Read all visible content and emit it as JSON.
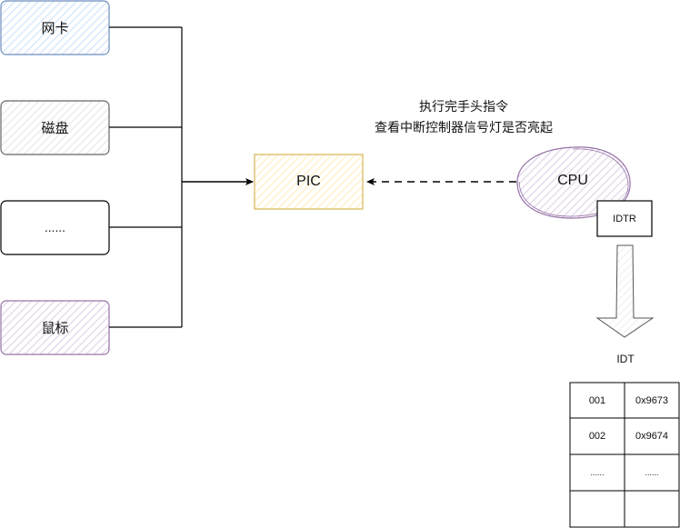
{
  "colors": {
    "nic_stroke": "#6c8ebf",
    "nic_fill": "#dae8fc",
    "disk_stroke": "#666666",
    "disk_fill": "#f5f5f5",
    "other_stroke": "#000000",
    "other_fill": "#ffffff",
    "mouse_stroke": "#9673a6",
    "mouse_fill": "#e1d5e7",
    "pic_stroke": "#d6b656",
    "pic_fill": "#fff2cc",
    "cpu_stroke": "#9673a6",
    "cpu_fill": "#e1d5e7",
    "line": "#000000"
  },
  "devices": [
    {
      "label": "网卡"
    },
    {
      "label": "磁盘"
    },
    {
      "label": "......"
    },
    {
      "label": "鼠标"
    }
  ],
  "pic": {
    "label": "PIC"
  },
  "cpu": {
    "label": "CPU"
  },
  "idtr": {
    "label": "IDTR"
  },
  "annotation": {
    "line1": "执行完手头指令",
    "line2": "查看中断控制器信号灯是否亮起"
  },
  "idt": {
    "label": "IDT",
    "rows": [
      {
        "vector": "001",
        "address": "0x9673"
      },
      {
        "vector": "002",
        "address": "0x9674"
      },
      {
        "vector": "......",
        "address": "......"
      },
      {
        "vector": "",
        "address": ""
      }
    ]
  }
}
